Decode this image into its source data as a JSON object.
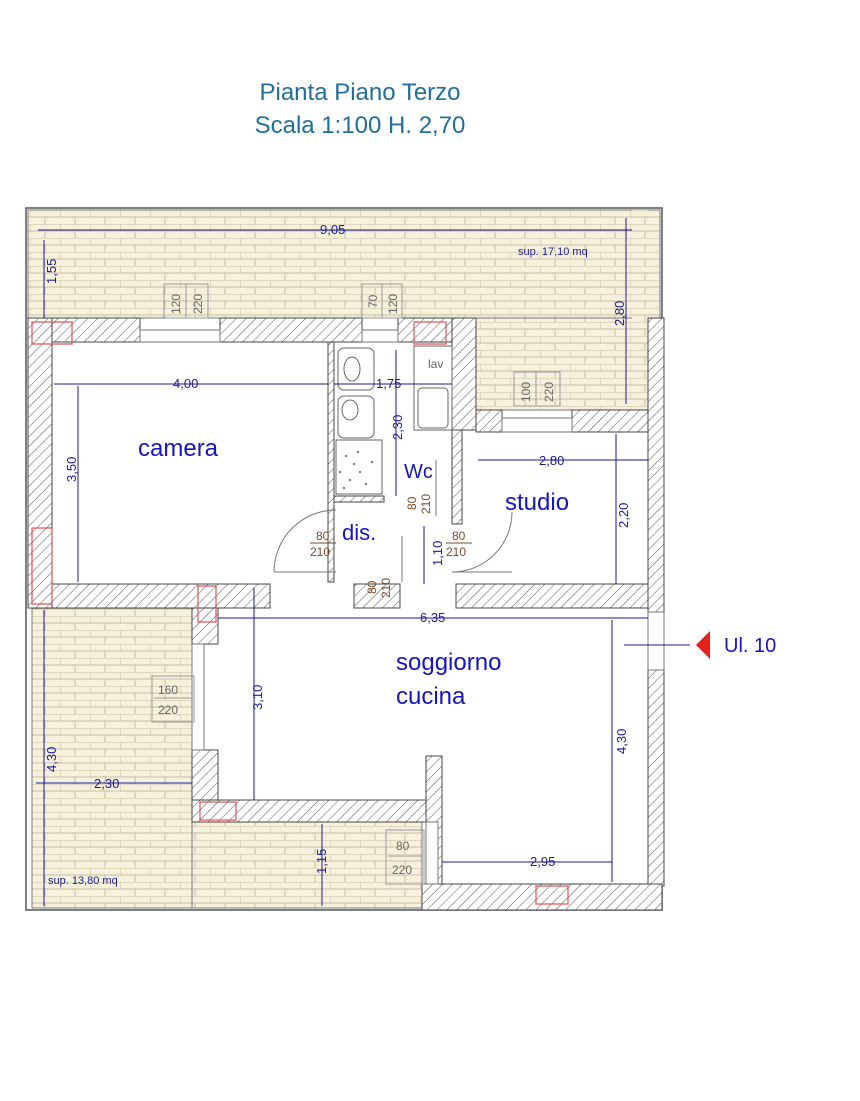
{
  "title": {
    "line1": "Pianta Piano Terzo",
    "line2": "Scala 1:100 H. 2,70"
  },
  "rooms": {
    "camera": "camera",
    "studio": "studio",
    "wc": "Wc",
    "dis": "dis.",
    "soggiorno": "soggiorno",
    "cucina": "cucina",
    "lav": "lav"
  },
  "dimensions": {
    "top_width": "9,05",
    "top_terrace_depth": "1,55",
    "right_terrace_height": "2,80",
    "camera_width": "4,00",
    "camera_height": "3,50",
    "wc_width": "1,75",
    "wc_height": "2,30",
    "studio_width": "2,80",
    "studio_height": "2,20",
    "dis_height": "1,10",
    "living_width": "6,35",
    "living_left_height": "3,10",
    "living_right_height": "4,30",
    "bottom_terrace_height": "4,30",
    "bottom_terrace_width": "2,30",
    "bottom_depth": "1,15",
    "kitchen_bottom_width": "2,95"
  },
  "surfaces": {
    "top_terrace": "sup. 17,10 mq",
    "bottom_terrace": "sup. 13,80 mq"
  },
  "windows": {
    "w1_w": "120",
    "w1_h": "220",
    "w2_w": "70",
    "w2_h": "120",
    "w3_w": "100",
    "w3_h": "220",
    "w4_w": "160",
    "w4_h": "220",
    "w5_w": "80",
    "w5_h": "220"
  },
  "doors": {
    "d_wc_w": "80",
    "d_wc_h": "210",
    "d_camera_w": "80",
    "d_camera_h": "210",
    "d_studio_w": "80",
    "d_studio_h": "210",
    "d_living_w": "80",
    "d_living_h": "210"
  },
  "entrance": {
    "label": "Ul. 10",
    "arrow_color": "#e8201a"
  },
  "colors": {
    "title": "#1f6f9e",
    "room_labels": "#1414c8",
    "dimensions": "#1a1a9a",
    "pillar": "#e05050"
  }
}
